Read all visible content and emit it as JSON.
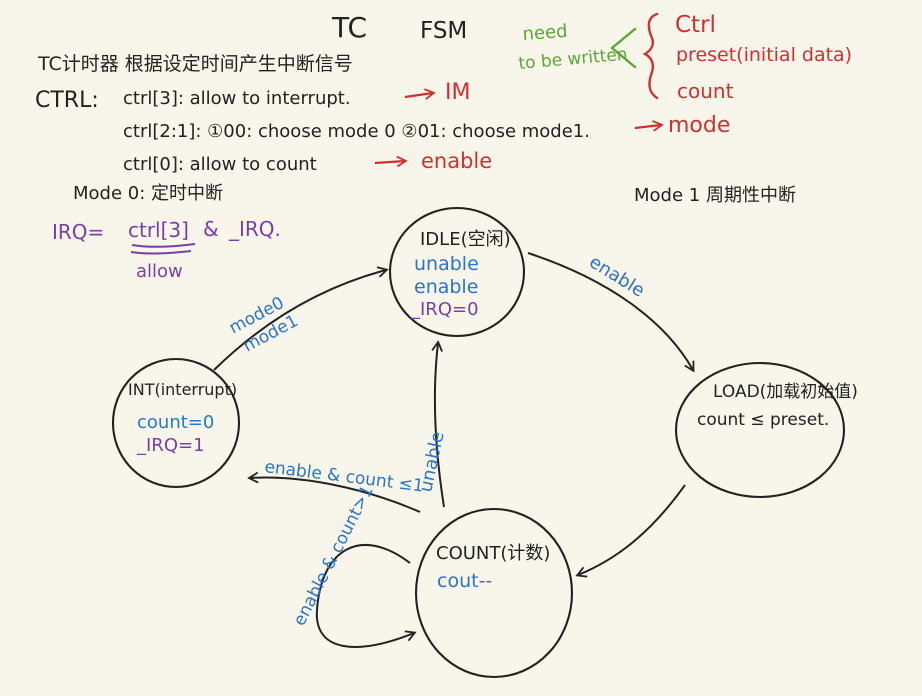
{
  "title": {
    "left": "TC",
    "right": "FSM"
  },
  "subtitle": "TC计时器 根据设定时间产生中断信号",
  "ctrl": {
    "label": "CTRL:",
    "lines": [
      {
        "text": "ctrl[3]: allow to interrupt.",
        "target": "IM"
      },
      {
        "text": "ctrl[2:1]: ①00: choose mode 0 ②01: choose mode1.",
        "target": "mode"
      },
      {
        "text": "ctrl[0]: allow to count",
        "target": "enable"
      }
    ]
  },
  "need_written": {
    "label_line1": "need",
    "label_line2": "to be written",
    "items": [
      "Ctrl",
      "preset(initial data)",
      "count"
    ]
  },
  "modes": {
    "mode0": "Mode 0: 定时中断",
    "mode1": "Mode 1  周期性中断"
  },
  "irq": {
    "lhs": "IRQ=",
    "term1": "ctrl[3]",
    "and_op": "&",
    "term2": "_IRQ.",
    "note": "allow"
  },
  "states": {
    "idle": {
      "title": "IDLE(空闲)",
      "line1": "unable",
      "line2": "enable",
      "line3": "_IRQ=0"
    },
    "load": {
      "title": "LOAD(加载初始值)",
      "line1": "count ≤ preset."
    },
    "count": {
      "title": "COUNT(计数)",
      "line1": "cout--"
    },
    "int": {
      "title": "INT(interrupt)",
      "line1": "count=0",
      "line2": "_IRQ=1"
    }
  },
  "transitions": {
    "idle_to_load": "enable",
    "int_to_idle_line1": "mode0",
    "int_to_idle_line2": "mode1",
    "count_to_int": "enable & count ≤1",
    "count_to_idle": "unable",
    "count_self": "enable & count>1"
  },
  "colors": {
    "background": "#f8f5ea",
    "ink": "#222222",
    "red": "#d22f2f",
    "blue": "#2b74c6",
    "purple": "#7a3fa5",
    "green": "#59a832"
  }
}
